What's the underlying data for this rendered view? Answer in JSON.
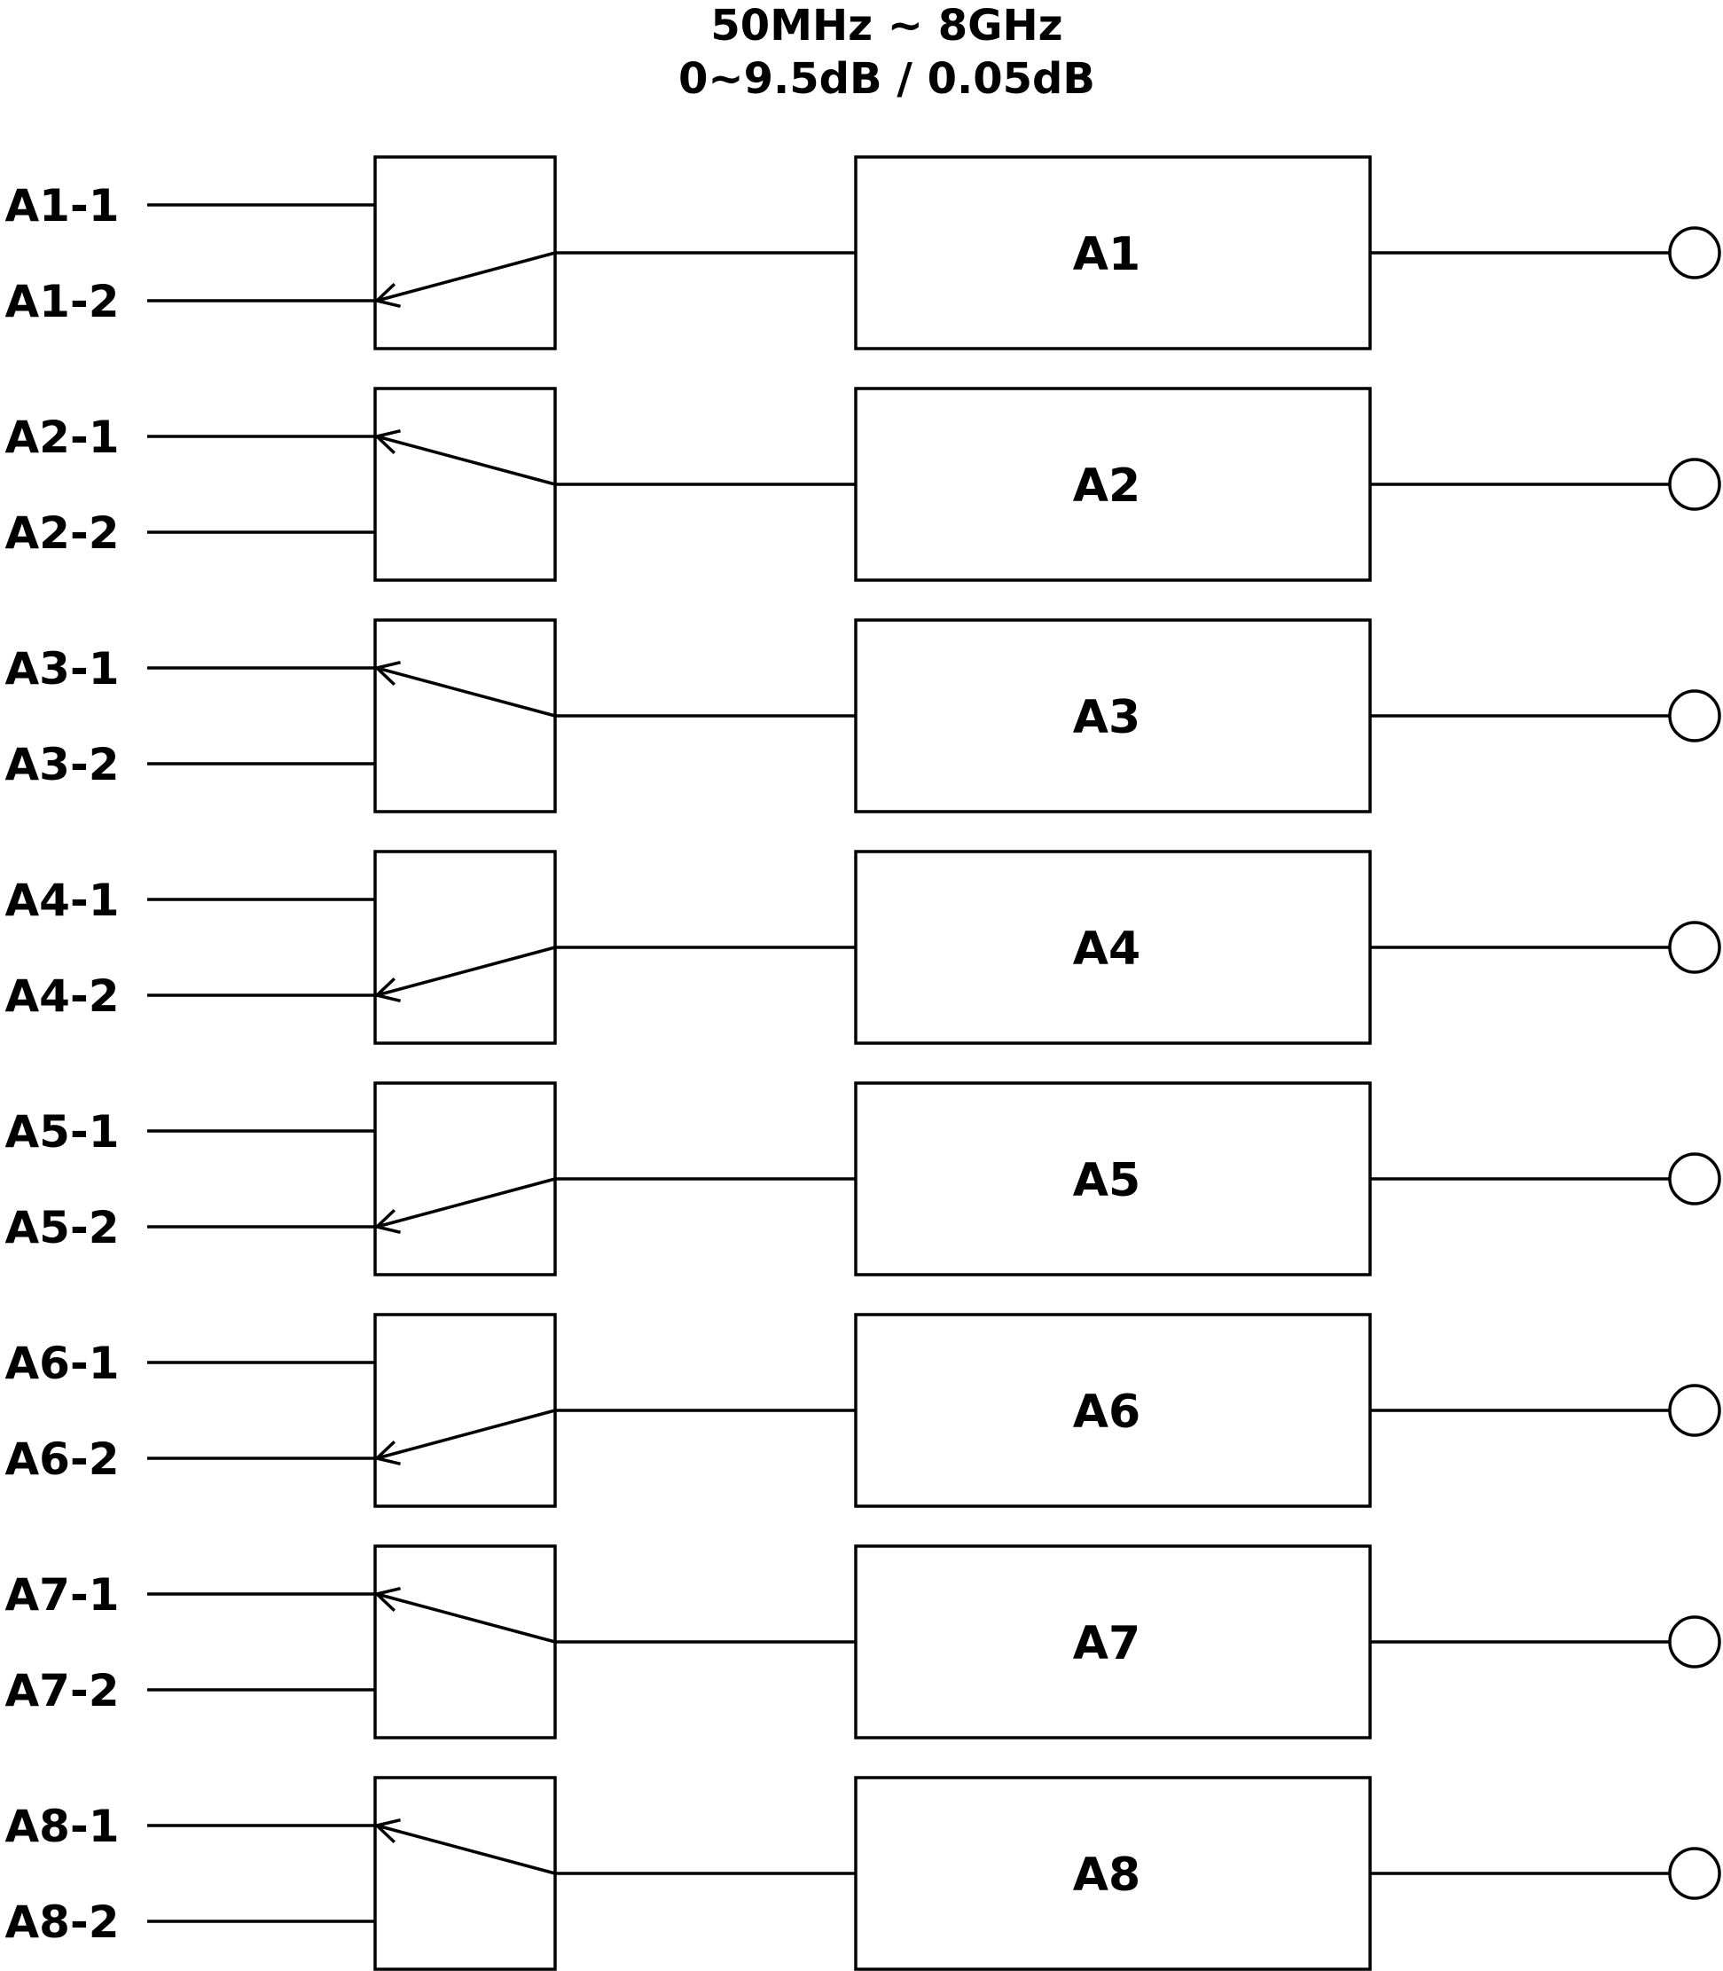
{
  "header": {
    "line1": "50MHz ~ 8GHz",
    "line2": "0~9.5dB / 0.05dB"
  },
  "channels": [
    {
      "box_label": "A1",
      "input_1": "A1-1",
      "input_2": "A1-2",
      "selected_input": 2
    },
    {
      "box_label": "A2",
      "input_1": "A2-1",
      "input_2": "A2-2",
      "selected_input": 1
    },
    {
      "box_label": "A3",
      "input_1": "A3-1",
      "input_2": "A3-2",
      "selected_input": 1
    },
    {
      "box_label": "A4",
      "input_1": "A4-1",
      "input_2": "A4-2",
      "selected_input": 2
    },
    {
      "box_label": "A5",
      "input_1": "A5-1",
      "input_2": "A5-2",
      "selected_input": 2
    },
    {
      "box_label": "A6",
      "input_1": "A6-1",
      "input_2": "A6-2",
      "selected_input": 2
    },
    {
      "box_label": "A7",
      "input_1": "A7-1",
      "input_2": "A7-2",
      "selected_input": 1
    },
    {
      "box_label": "A8",
      "input_1": "A8-1",
      "input_2": "A8-2",
      "selected_input": 1
    }
  ]
}
